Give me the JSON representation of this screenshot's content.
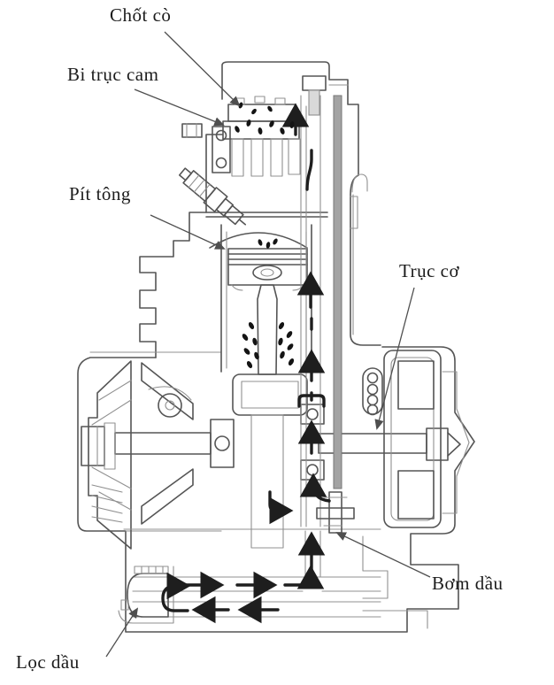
{
  "figure": {
    "type": "engine-lubrication-cross-section",
    "background": "#ffffff",
    "outline_color": "#555555",
    "light_outline_color": "#909090",
    "flow_arrow_color": "#1e1e1e",
    "chain_bar_color": "#a3a3a3",
    "filter_hatch_color": "#6a6a6a",
    "text_color": "#1b1b1b",
    "labels": {
      "rocker_pin": "Chốt cò",
      "cam_bearing": "Bi trục cam",
      "piston": "Pít tông",
      "crankshaft": "Trục cơ",
      "oil_pump": "Bơm dầu",
      "oil_filter": "Lọc dầu"
    }
  }
}
